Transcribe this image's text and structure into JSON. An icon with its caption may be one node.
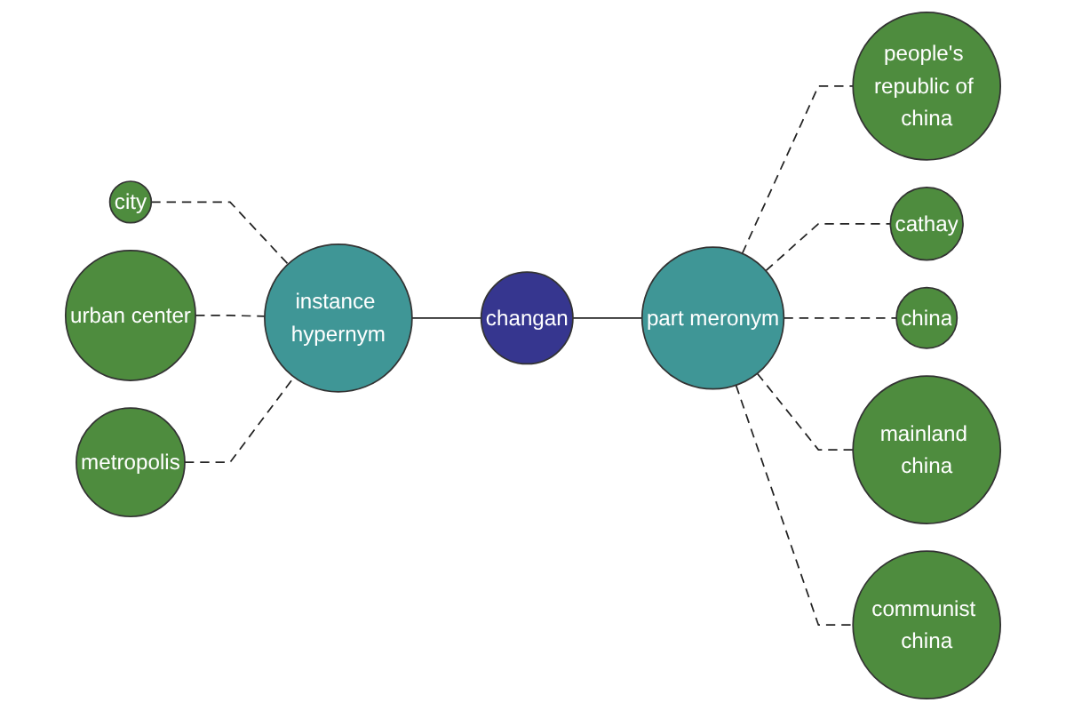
{
  "diagram": {
    "nodes": [
      {
        "text": [
          "people's republic of china"
        ]
      },
      {
        "text": [
          "cathay"
        ]
      },
      {
        "text": [
          "part meronym"
        ]
      },
      {
        "text": [
          "china"
        ]
      },
      {
        "text": [
          "mainland china"
        ]
      },
      {
        "text": [
          "changan"
        ]
      },
      {
        "text": [
          "communist china"
        ]
      },
      {
        "text": [
          "city"
        ]
      },
      {
        "text": [
          "instance hypernym"
        ]
      },
      {
        "text": [
          "urban center"
        ]
      },
      {
        "text": [
          "metropolis"
        ]
      }
    ],
    "edges": [
      {
        "from": 7,
        "to": 8,
        "arrow": "none",
        "style": "dashed"
      },
      {
        "from": 9,
        "to": 8,
        "arrow": "none",
        "style": "dashed"
      },
      {
        "from": 10,
        "to": 8,
        "arrow": "none",
        "style": "dashed"
      },
      {
        "from": 8,
        "to": 5,
        "arrow": "none"
      },
      {
        "from": 5,
        "to": 2,
        "arrow": "none"
      },
      {
        "from": 2,
        "to": 0,
        "arrow": "none",
        "style": "dashed"
      },
      {
        "from": 2,
        "to": 1,
        "arrow": "none",
        "style": "dashed"
      },
      {
        "from": 2,
        "to": 3,
        "arrow": "none",
        "style": "dashed"
      },
      {
        "from": 2,
        "to": 4,
        "arrow": "none",
        "style": "dashed"
      },
      {
        "from": 2,
        "to": 6,
        "arrow": "none",
        "style": "dashed"
      }
    ]
  }
}
